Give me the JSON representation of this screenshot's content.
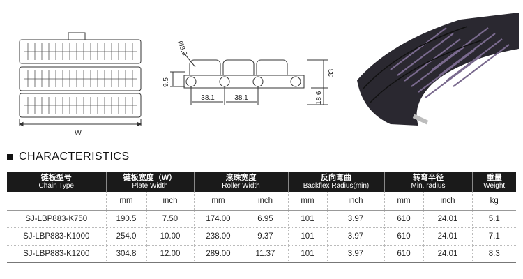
{
  "drawing": {
    "width_label": "W",
    "diameter_label": "Ø8.0",
    "pitch_1": "38.1",
    "pitch_2": "38.1",
    "height_9_5": "9.5",
    "height_33": "33",
    "height_18_6": "18.6"
  },
  "section_title": "CHARACTERISTICS",
  "table": {
    "headers": [
      {
        "cn": "链板型号",
        "en": "Chain Type"
      },
      {
        "cn": "链板宽度（W）",
        "en": "Plate Width"
      },
      {
        "cn": "滚珠宽度",
        "en": "Roller Width"
      },
      {
        "cn": "反向弯曲",
        "en": "Backflex Radius(min)"
      },
      {
        "cn": "转弯半径",
        "en": "Min. radius"
      },
      {
        "cn": "重量",
        "en": "Weight"
      }
    ],
    "units": [
      "",
      "mm",
      "inch",
      "mm",
      "inch",
      "mm",
      "inch",
      "mm",
      "inch",
      "kg"
    ],
    "rows": [
      [
        "SJ-LBP883-K750",
        "190.5",
        "7.50",
        "174.00",
        "6.95",
        "101",
        "3.97",
        "610",
        "24.01",
        "5.1"
      ],
      [
        "SJ-LBP883-K1000",
        "254.0",
        "10.00",
        "238.00",
        "9.37",
        "101",
        "3.97",
        "610",
        "24.01",
        "7.1"
      ],
      [
        "SJ-LBP883-K1200",
        "304.8",
        "12.00",
        "289.00",
        "11.37",
        "101",
        "3.97",
        "610",
        "24.01",
        "8.3"
      ]
    ]
  }
}
